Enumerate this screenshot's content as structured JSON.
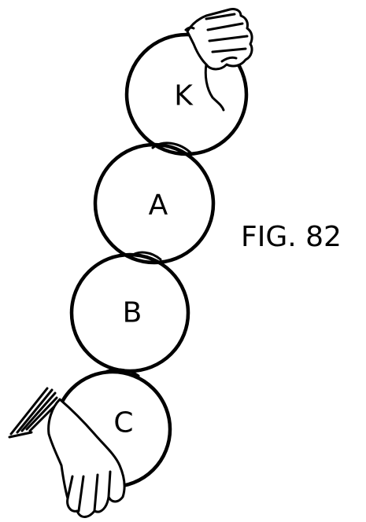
{
  "figure": {
    "caption": "FIG. 82",
    "rings": [
      {
        "label": "K"
      },
      {
        "label": "A"
      },
      {
        "label": "B"
      },
      {
        "label": "C"
      }
    ],
    "colors": {
      "ink": "#000000",
      "paper": "#ffffff"
    },
    "icons": [
      "hand-top-icon",
      "hand-bottom-icon"
    ]
  }
}
